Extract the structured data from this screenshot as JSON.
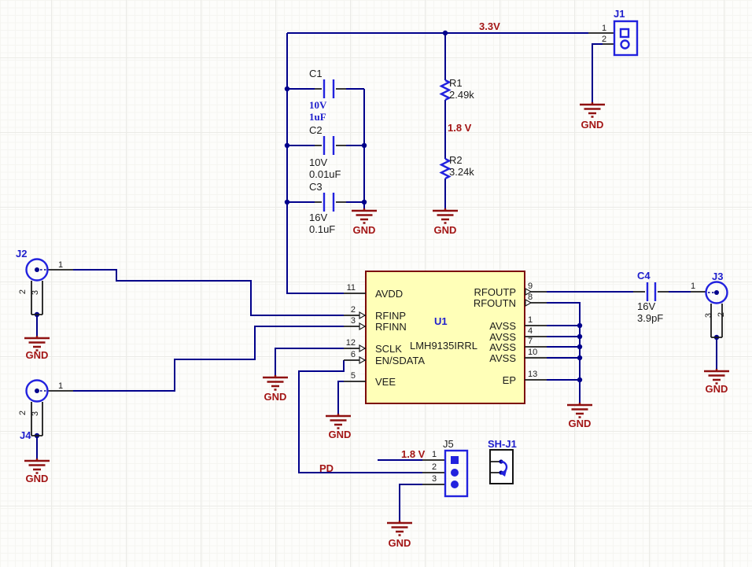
{
  "nets": {
    "v33": "3.3V",
    "v18": "1.8 V",
    "pd": "PD",
    "gnd": "GND"
  },
  "u1": {
    "designator": "U1",
    "part": "LMH9135IRRL",
    "left_pins": [
      {
        "num": "11",
        "name": "AVDD"
      },
      {
        "num": "2",
        "name": "RFINP"
      },
      {
        "num": "3",
        "name": "RFINN"
      },
      {
        "num": "12",
        "name": "SCLK"
      },
      {
        "num": "6",
        "name": "EN/SDATA"
      },
      {
        "num": "5",
        "name": "VEE"
      }
    ],
    "right_pins": [
      {
        "num": "9",
        "name": "RFOUTP"
      },
      {
        "num": "8",
        "name": "RFOUTN"
      },
      {
        "num": "1",
        "name": "AVSS"
      },
      {
        "num": "4",
        "name": "AVSS"
      },
      {
        "num": "7",
        "name": "AVSS"
      },
      {
        "num": "10",
        "name": "AVSS"
      },
      {
        "num": "13",
        "name": "EP"
      }
    ]
  },
  "capacitors": [
    {
      "designator": "C1",
      "voltage": "10V",
      "value": "1uF"
    },
    {
      "designator": "C2",
      "voltage": "10V",
      "value": "0.01uF"
    },
    {
      "designator": "C3",
      "voltage": "16V",
      "value": "0.1uF"
    },
    {
      "designator": "C4",
      "voltage": "16V",
      "value": "3.9pF"
    }
  ],
  "resistors": [
    {
      "designator": "R1",
      "value": "2.49k"
    },
    {
      "designator": "R2",
      "value": "3.24k"
    }
  ],
  "connectors": {
    "j1": {
      "designator": "J1",
      "pins": [
        "1",
        "2"
      ]
    },
    "j2": {
      "designator": "J2",
      "pins": [
        "1",
        "2",
        "3"
      ]
    },
    "j3": {
      "designator": "J3",
      "pins": [
        "1",
        "3",
        "2"
      ]
    },
    "j4": {
      "designator": "J4",
      "pins": [
        "1",
        "2",
        "3"
      ]
    },
    "j5": {
      "designator": "J5",
      "pins": [
        "1",
        "2",
        "3"
      ]
    },
    "shj1": {
      "designator": "SH-J1"
    }
  },
  "colors": {
    "wire": "#00008B",
    "symbol_blue": "#2222DE",
    "net_label_red": "#A31515",
    "gnd_red": "#8F1111",
    "ic_fill": "#FFFFB8",
    "ic_border": "#7C0A0A"
  }
}
